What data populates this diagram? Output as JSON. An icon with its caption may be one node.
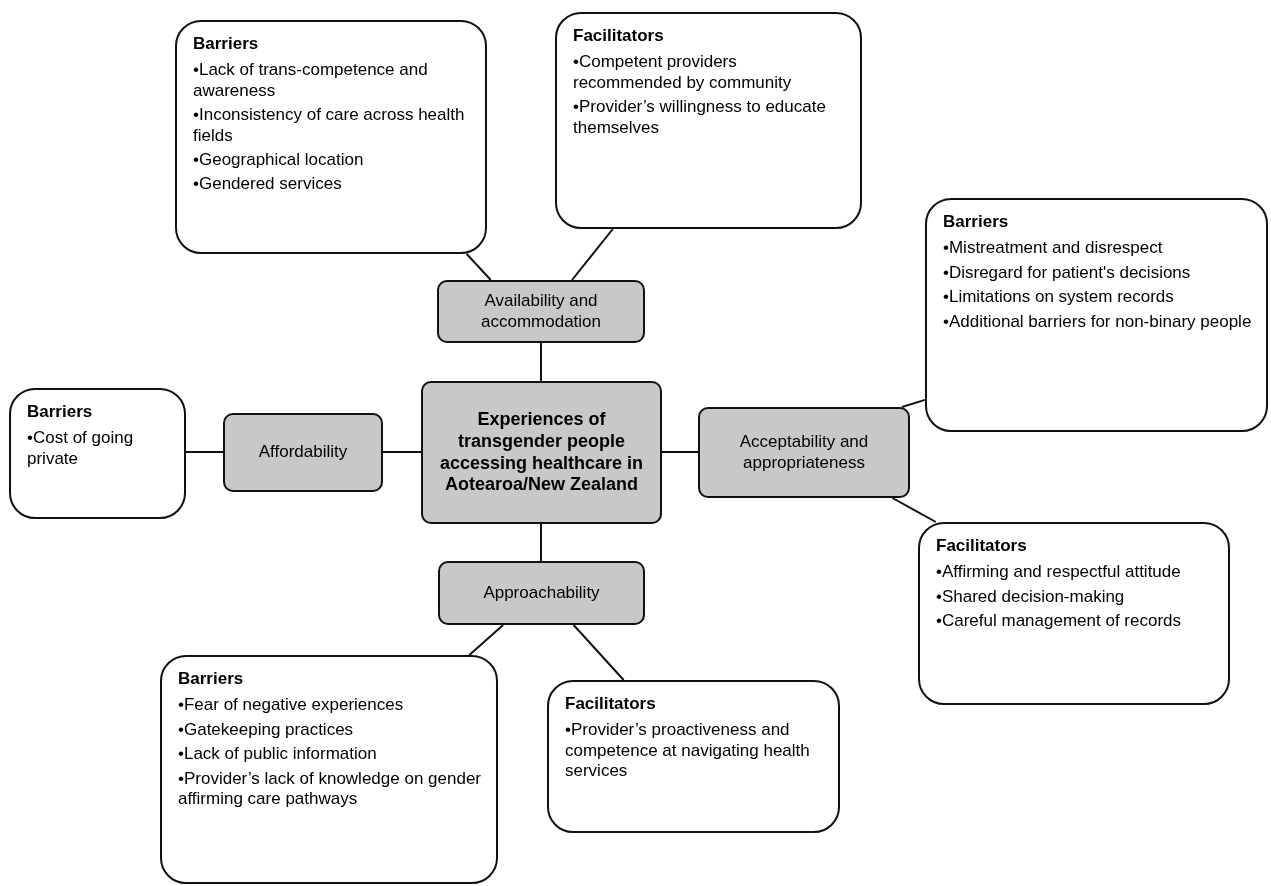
{
  "diagram": {
    "nodes": [
      {
        "text": [
          "Experiences of transgender people accessing healthcare in Aotearoa/New Zealand"
        ]
      },
      {
        "text": [
          "Availability and accommodation"
        ]
      },
      {
        "text": [
          "Affordability"
        ]
      },
      {
        "text": [
          "Acceptability and appropriateness"
        ]
      },
      {
        "text": [
          "Approachability"
        ]
      },
      {
        "text": [
          "Barriers",
          "•Lack of trans-competence and awareness",
          "•Inconsistency of care across health fields",
          "•Geographical location",
          "•Gendered services"
        ]
      },
      {
        "text": [
          "Facilitators",
          "•Competent providers recommended by community",
          "•Provider’s willingness to educate themselves"
        ]
      },
      {
        "text": [
          "Barriers",
          "•Cost of going private"
        ]
      },
      {
        "text": [
          "Barriers",
          "•Mistreatment and disrespect",
          "•Disregard for patient's decisions",
          "•Limitations on system records",
          "•Additional barriers for non-binary people"
        ]
      },
      {
        "text": [
          "Facilitators",
          "•Affirming and respectful attitude",
          "•Shared decision-making",
          "•Careful management of records"
        ]
      },
      {
        "text": [
          "Barriers",
          "•Fear of negative experiences",
          "•Gatekeeping practices",
          "•Lack of public information",
          "•Provider’s  lack of knowledge on gender affirming care pathways"
        ]
      },
      {
        "text": [
          "Facilitators",
          "•Provider’s proactiveness and competence  at navigating health services"
        ]
      }
    ],
    "edges": [
      {
        "from": 0,
        "to": 1,
        "arrow": "none"
      },
      {
        "from": 0,
        "to": 2,
        "arrow": "none"
      },
      {
        "from": 0,
        "to": 3,
        "arrow": "none"
      },
      {
        "from": 0,
        "to": 4,
        "arrow": "none"
      },
      {
        "from": 1,
        "to": 5,
        "arrow": "none"
      },
      {
        "from": 1,
        "to": 6,
        "arrow": "none"
      },
      {
        "from": 2,
        "to": 7,
        "arrow": "none"
      },
      {
        "from": 3,
        "to": 8,
        "arrow": "none"
      },
      {
        "from": 3,
        "to": 9,
        "arrow": "none"
      },
      {
        "from": 4,
        "to": 10,
        "arrow": "none"
      },
      {
        "from": 4,
        "to": 11,
        "arrow": "none"
      }
    ]
  }
}
